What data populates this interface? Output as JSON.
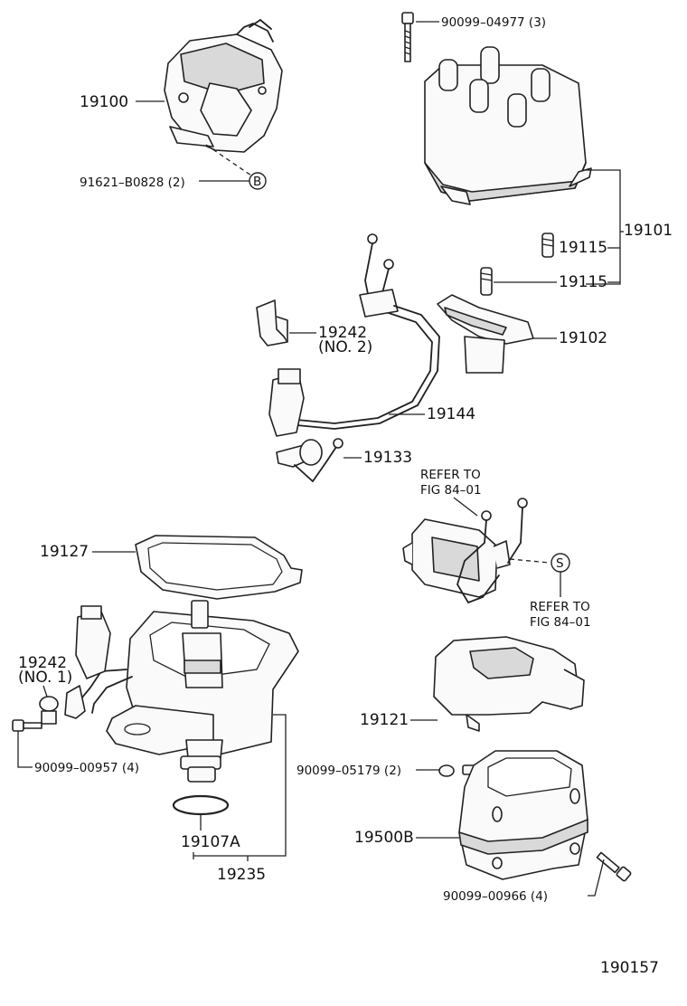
{
  "labels": {
    "distributor_assy": "19100",
    "screw_b": "91621–B0828 (2)",
    "marker_b": "B",
    "cap_screw": "90099–04977 (3)",
    "cap_assy": "19101",
    "cap_insert_1": "19115",
    "cap_insert_2": "19115",
    "rotor": "19102",
    "clamp_no2": "19242",
    "clamp_no2_note": "(NO. 2)",
    "wire_assy": "19144",
    "condenser": "19133",
    "refer_1_line1": "REFER TO",
    "refer_1_line2": "FIG 84–01",
    "marker_s": "S",
    "refer_2_line1": "REFER TO",
    "refer_2_line2": "FIG 84–01",
    "gasket": "19127",
    "clamp_no1": "19242",
    "clamp_no1_note": "(NO. 1)",
    "screw_clamp": "90099–00957 (4)",
    "oring": "19107A",
    "housing_assy": "19235",
    "dust_cover": "19121",
    "housing_screw_small": "90099–05179 (2)",
    "housing": "19500B",
    "housing_screw_long": "90099–00966 (4)",
    "figure_number": "190157"
  }
}
